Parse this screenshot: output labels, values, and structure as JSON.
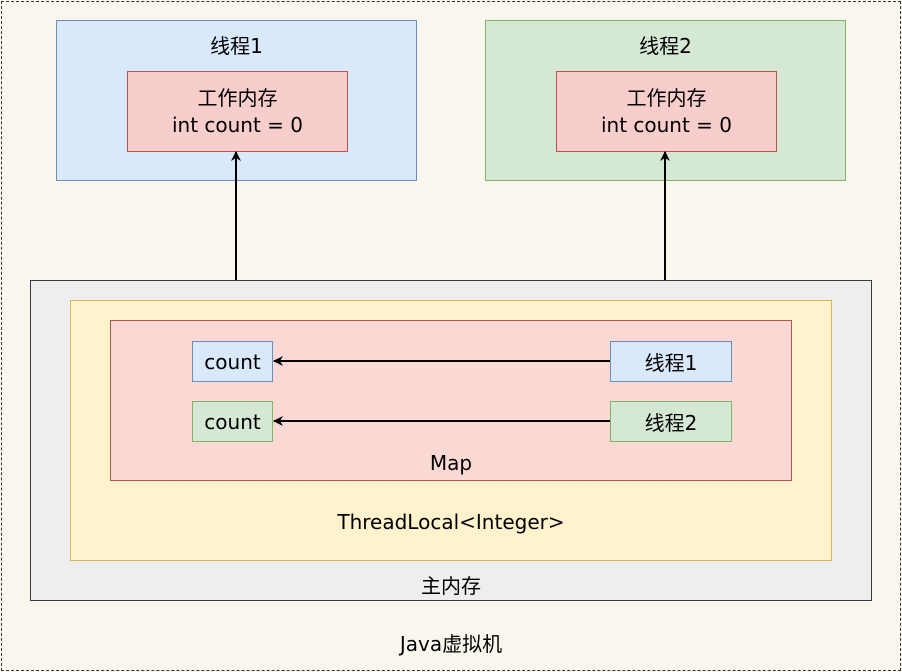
{
  "jvm": {
    "label": "Java虚拟机"
  },
  "threads": [
    {
      "title": "线程1",
      "work_memory_title": "工作内存",
      "work_memory_value": "int count = 0"
    },
    {
      "title": "线程2",
      "work_memory_title": "工作内存",
      "work_memory_value": "int count = 0"
    }
  ],
  "main_memory": {
    "label": "主内存",
    "threadlocal_label": "ThreadLocal<Integer>",
    "map": {
      "label": "Map",
      "entries": [
        {
          "key": "线程1",
          "value": "count"
        },
        {
          "key": "线程2",
          "value": "count"
        }
      ]
    }
  },
  "colors": {
    "thread1_fill": "#dae8fc",
    "thread2_fill": "#d5e8d4",
    "work_memory_fill": "#f8cecc",
    "main_memory_fill": "#eeeeee",
    "threadlocal_fill": "#fff2cc",
    "map_fill": "#fad9d5",
    "background": "#f9f7ed"
  }
}
